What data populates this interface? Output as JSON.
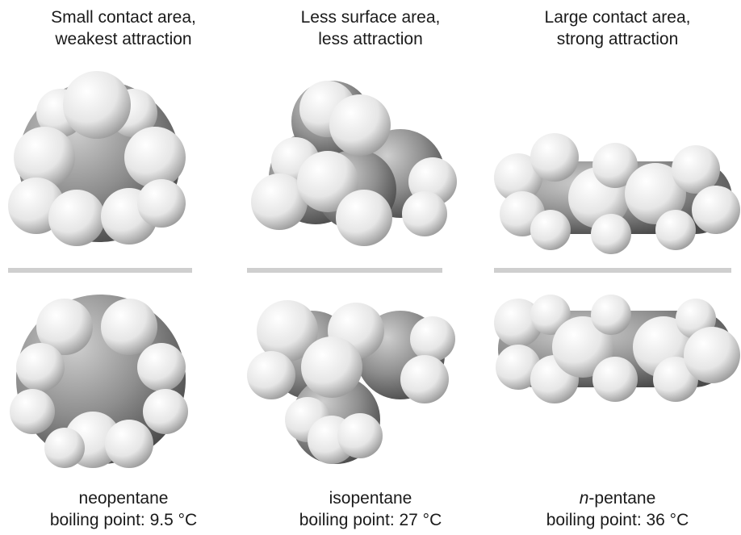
{
  "columns": [
    {
      "title_line1": "Small contact area,",
      "title_line2": "weakest attraction",
      "molecule_name": "neopentane",
      "boiling_point": "boiling point: 9.5 °C"
    },
    {
      "title_line1": "Less surface area,",
      "title_line2": "less attraction",
      "molecule_name": "isopentane",
      "boiling_point": "boiling point: 27 °C"
    },
    {
      "title_line1": "Large contact area,",
      "title_line2": "strong attraction",
      "molecule_name_italic_prefix": "n",
      "molecule_name": "-pentane",
      "boiling_point": "boiling point: 36 °C"
    }
  ],
  "colors": {
    "carbon": "#8a8a8a",
    "hydrogen": "#f2f2f2",
    "contact_band": "#c8c8c8"
  }
}
